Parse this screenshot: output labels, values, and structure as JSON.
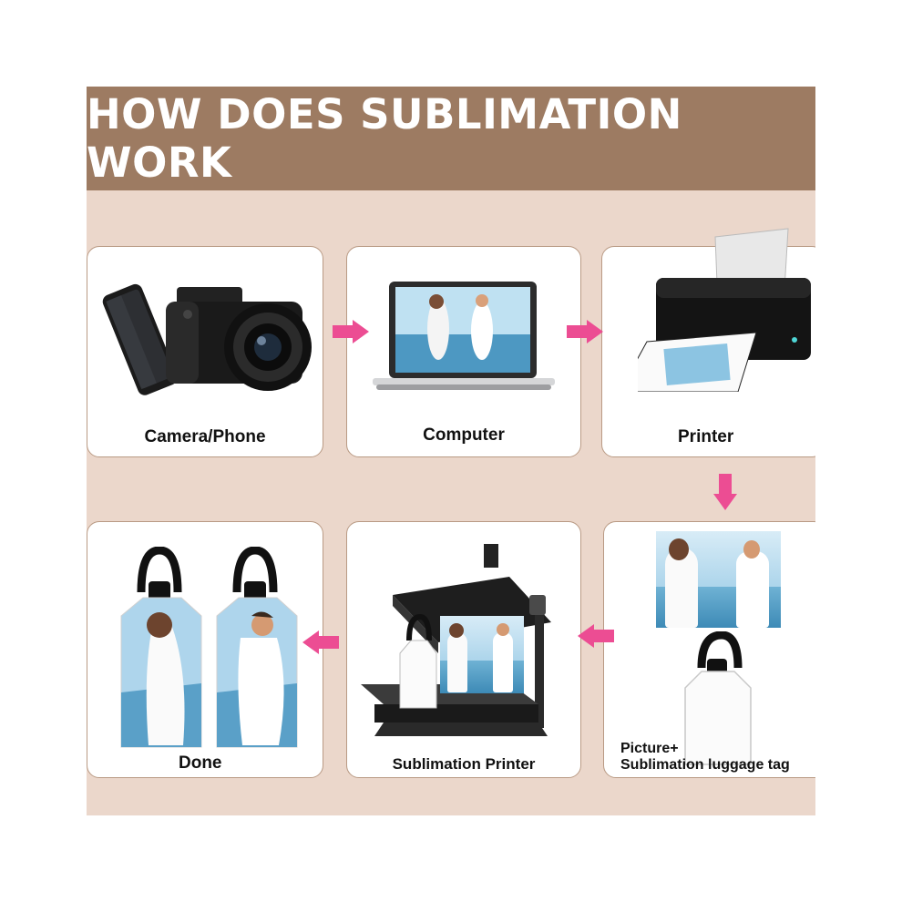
{
  "title": "HOW DOES SUBLIMATION WORK",
  "steps": {
    "camera": "Camera/Phone",
    "computer": "Computer",
    "printer": "Printer",
    "picture_line1": "Picture+",
    "picture_line2": "Sublimation luggage tag",
    "sublimation_printer": "Sublimation Printer",
    "done": "Done"
  },
  "colors": {
    "banner": "#9d7b62",
    "background": "#ebd7cb",
    "arrow": "#ec4d93",
    "card_border": "#b99a84"
  },
  "icons": [
    "smartphone-icon",
    "camera-icon",
    "laptop-icon",
    "printer-icon",
    "luggage-tag-icon",
    "heat-press-icon",
    "arrow-icon"
  ]
}
